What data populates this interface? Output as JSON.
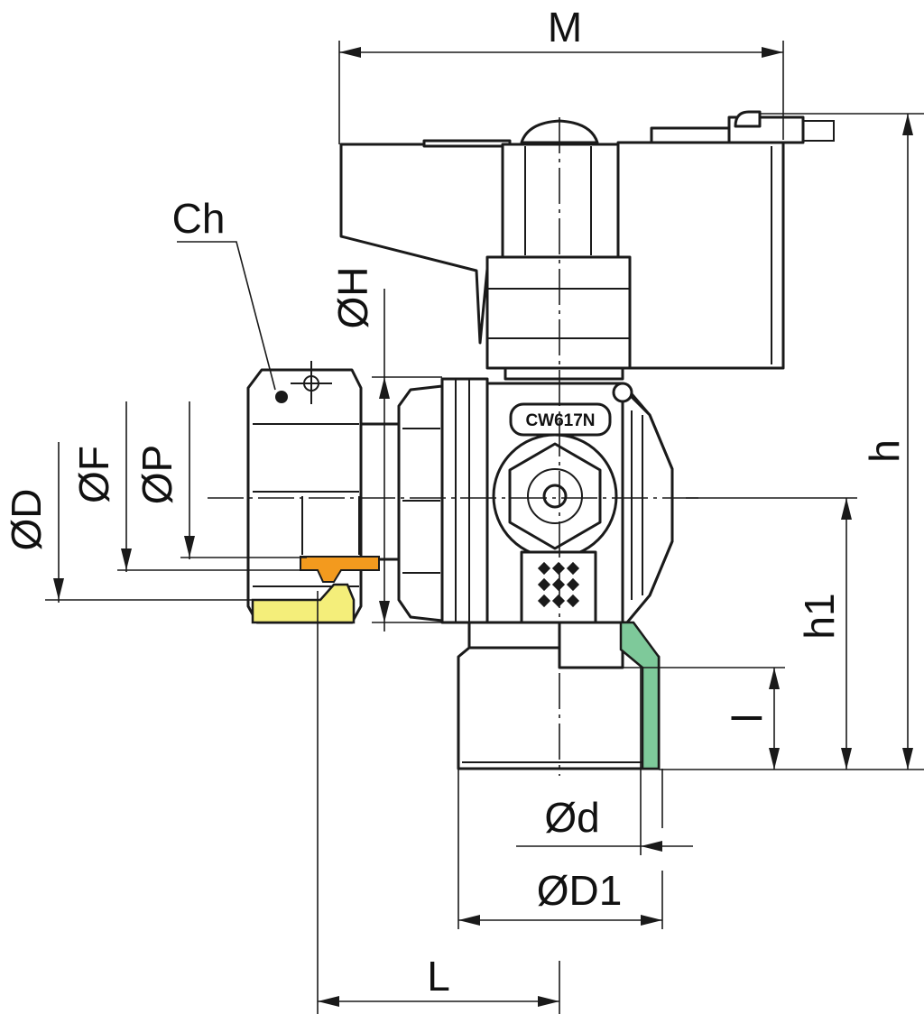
{
  "labels": {
    "M": "M",
    "h": "h",
    "h1": "h1",
    "Ch": "Ch",
    "OH": "ØH",
    "OF": "ØF",
    "OP": "ØP",
    "OD": "ØD",
    "l": "l",
    "Od": "Ød",
    "OD1": "ØD1",
    "L": "L"
  },
  "body_marking": "CW617N",
  "colors": {
    "line": "#1a1a1a",
    "gasket_orange": "#f39a1e",
    "ring_yellow": "#f4ee7a",
    "seal_green": "#7ec99a"
  }
}
